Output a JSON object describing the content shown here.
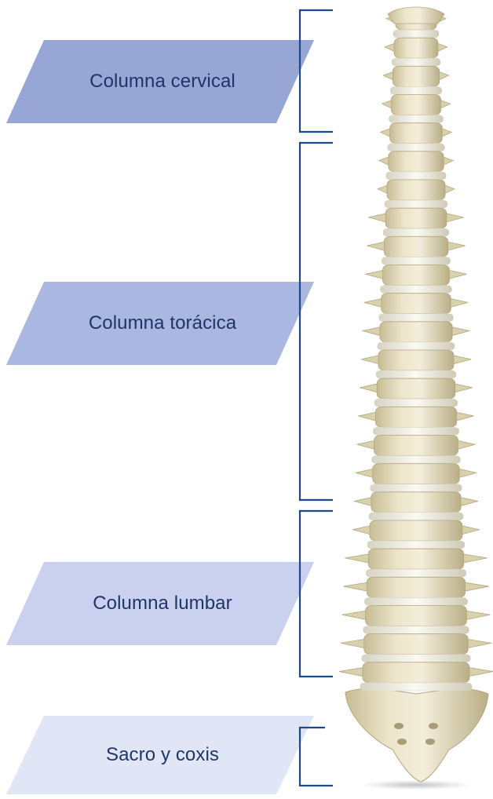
{
  "regions": [
    {
      "label": "Columna cervical",
      "color": "#97a6d5"
    },
    {
      "label": "Columna torácica",
      "color": "#aab7e1"
    },
    {
      "label": "Columna lumbar",
      "color": "#c9d1ee"
    },
    {
      "label": "Sacro y coxis",
      "color": "#e1e6f6"
    }
  ],
  "colors": {
    "bracket": "#1a4a8c",
    "text": "#1f3566",
    "bone_light": "#efe9d2",
    "bone_mid": "#ddd4b2",
    "bone_dark": "#bdb28c",
    "disc": "#f4f2e7"
  }
}
